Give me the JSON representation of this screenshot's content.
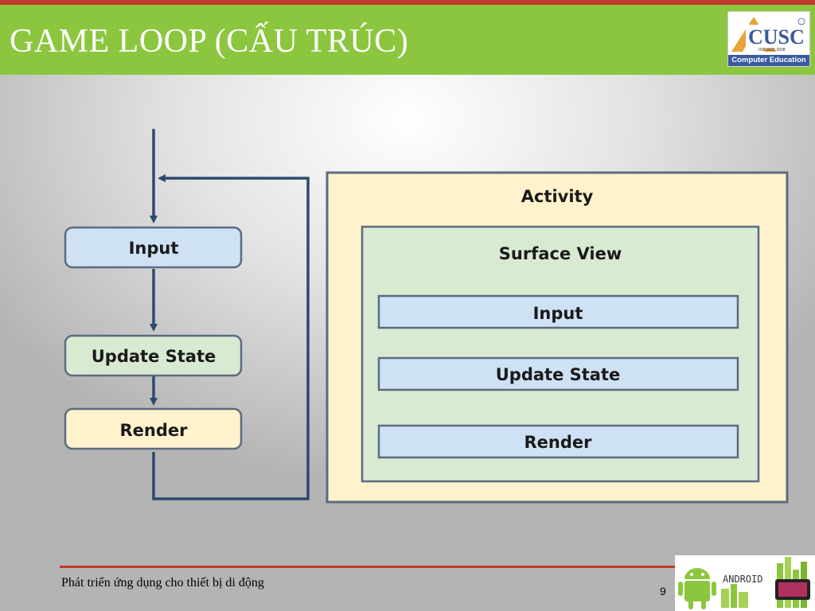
{
  "slide": {
    "title": "GAME LOOP (CẤU TRÚC)",
    "footer_text": "Phát triển ứng dụng cho thiết bị di động",
    "page_number": "9"
  },
  "logo": {
    "name": "CUSC",
    "caption": "Computer Education",
    "cert": "ISO 9001:2008"
  },
  "android_logo": {
    "wordmark": "ANDROID"
  },
  "diagram": {
    "loop": {
      "input": "Input",
      "update": "Update State",
      "render": "Render"
    },
    "activity": {
      "label": "Activity",
      "surface_view": {
        "label": "Surface View",
        "input": "Input",
        "update": "Update State",
        "render": "Render"
      }
    }
  },
  "colors": {
    "title_bar": "#8cc63f",
    "accent_red": "#c0392b",
    "arrow_blue": "#2c4a6e",
    "input_fill": "#cfe1f5",
    "update_fill": "#d9ead3",
    "render_fill": "#fff2cc"
  }
}
